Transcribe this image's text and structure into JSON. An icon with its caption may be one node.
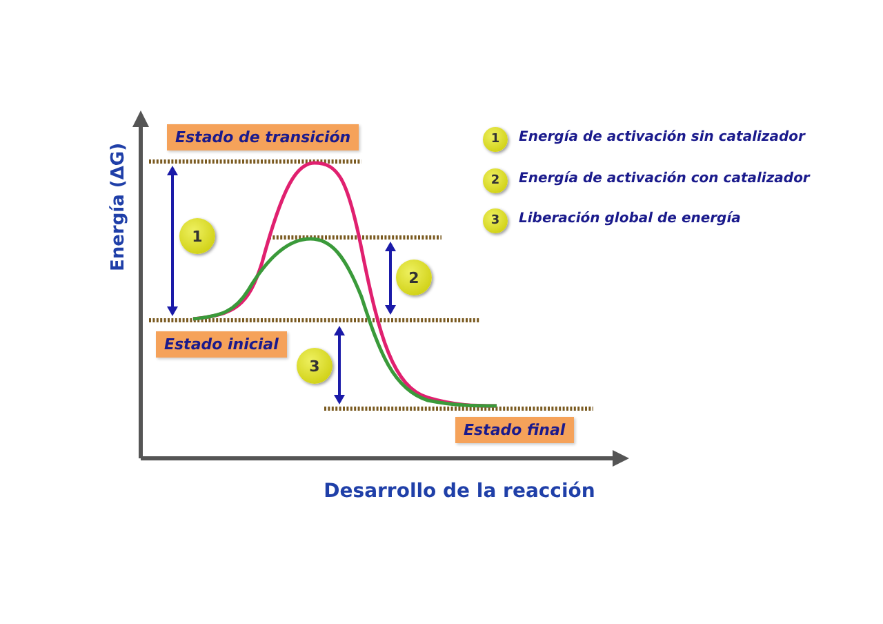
{
  "diagram": {
    "nodes": [
      {
        "text": [
          "Estado de transición"
        ]
      },
      {
        "text": [
          "Estado inicial"
        ]
      },
      {
        "text": [
          "Estado final"
        ]
      },
      {
        "text": [
          "1"
        ]
      },
      {
        "text": [
          "2"
        ]
      },
      {
        "text": [
          "3"
        ]
      },
      {
        "text": [
          "1"
        ],
        "beside": [
          "Energía de activación sin catalizador"
        ]
      },
      {
        "text": [
          "2"
        ],
        "beside": [
          "Energía de activación con catalizador"
        ]
      },
      {
        "text": [
          "3"
        ],
        "beside": [
          "Liberación global de energía"
        ]
      }
    ],
    "labels": [
      "Energía (ΔG)",
      "Desarrollo de la reacción"
    ]
  }
}
